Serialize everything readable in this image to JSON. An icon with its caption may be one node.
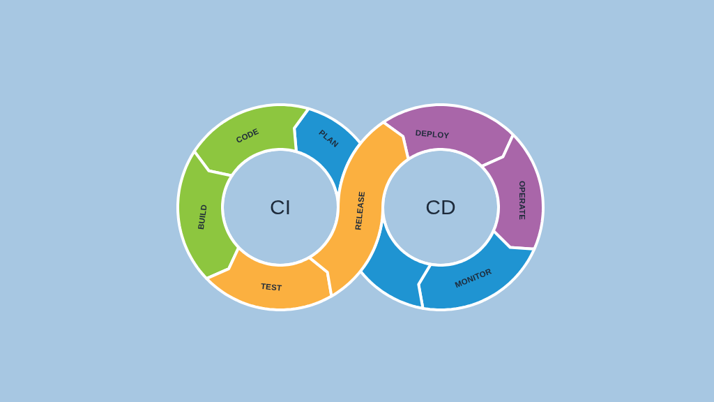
{
  "diagram": {
    "nodes": [
      {
        "text": [
          "PLAN"
        ]
      },
      {
        "text": [
          "CODE"
        ]
      },
      {
        "text": [
          "BUILD"
        ]
      },
      {
        "text": [
          "TEST"
        ]
      },
      {
        "text": [
          "RELEASE"
        ]
      },
      {
        "text": [
          "DEPLOY"
        ]
      },
      {
        "text": [
          "OPERATE"
        ]
      },
      {
        "text": [
          "MONITOR"
        ]
      },
      {
        "text": [],
        "shape": "arc"
      },
      {
        "text": [
          "CI"
        ]
      },
      {
        "text": [
          "CD"
        ]
      }
    ]
  }
}
